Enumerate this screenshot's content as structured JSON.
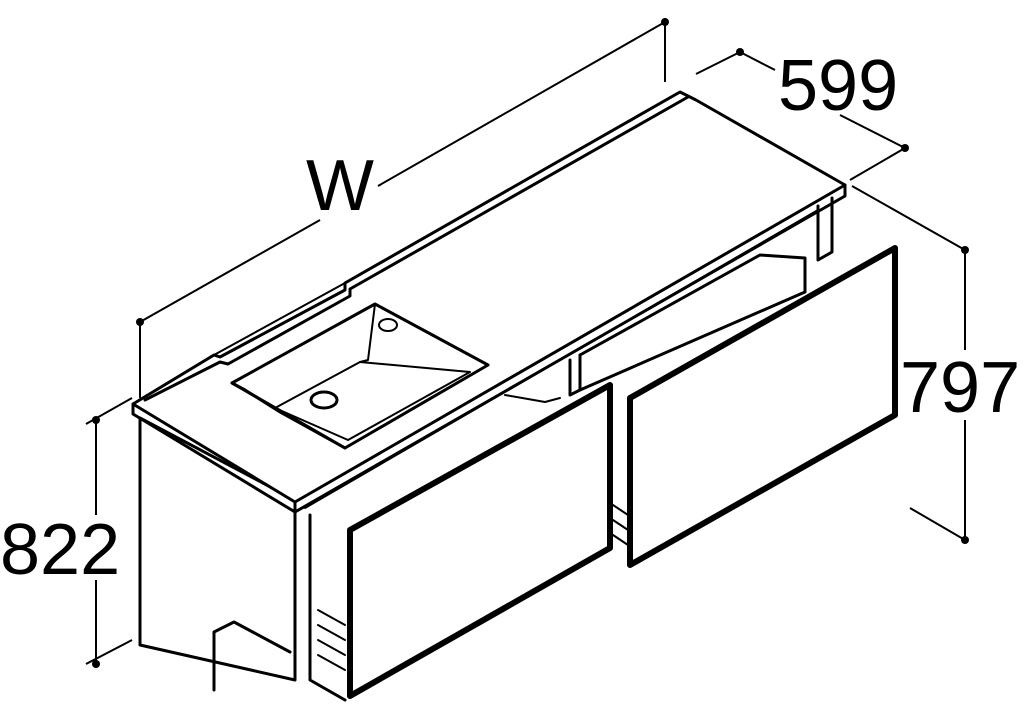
{
  "dimensions": {
    "width": "W",
    "depth": "599",
    "height_left": "822",
    "height_right": "797"
  },
  "colors": {
    "line": "#000000",
    "background": "#ffffff"
  }
}
